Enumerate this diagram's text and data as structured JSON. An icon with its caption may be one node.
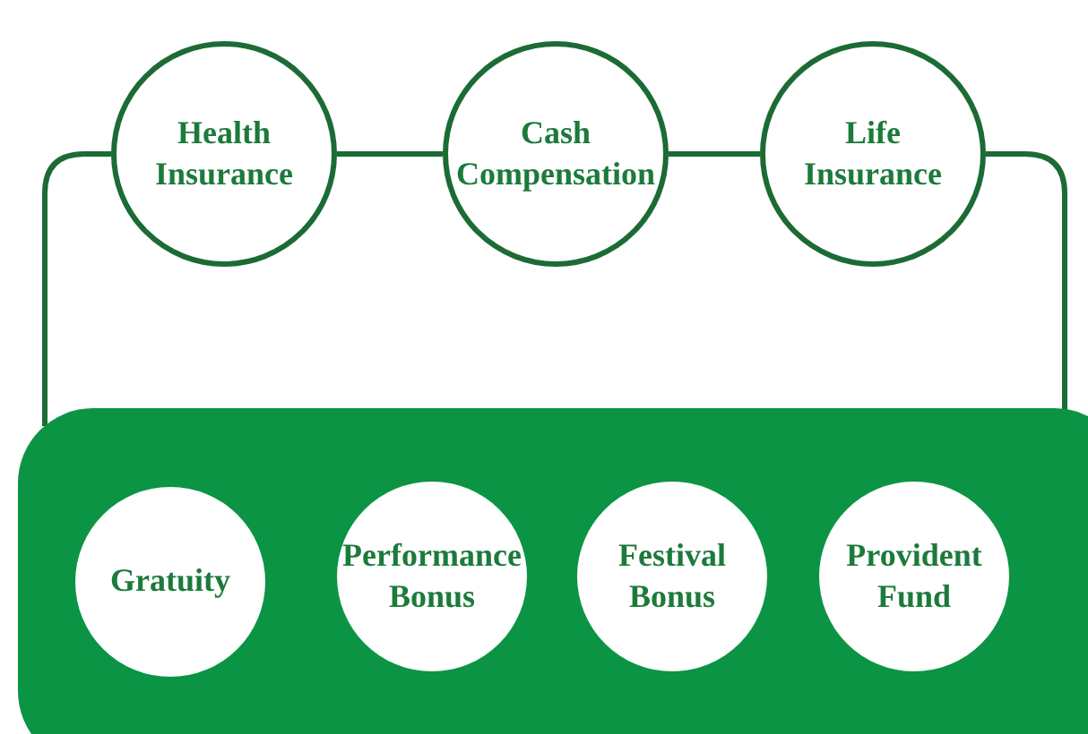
{
  "diagram": {
    "nodes": [
      {
        "text": [
          "Health Insurance"
        ]
      },
      {
        "text": [
          "Cash Compensation"
        ]
      },
      {
        "text": [
          "Life Insurance"
        ]
      },
      {
        "text": [],
        "shape": "box"
      },
      {
        "text": [
          "Gratuity"
        ],
        "in": 3
      },
      {
        "text": [
          "Performance Bonus"
        ],
        "in": 3
      },
      {
        "text": [
          "Festival Bonus"
        ],
        "in": 3
      },
      {
        "text": [
          "Provident Fund"
        ],
        "in": 3
      }
    ],
    "edges": [
      {
        "from": 0,
        "to": 1,
        "arrow": "none"
      },
      {
        "from": 1,
        "to": 2,
        "arrow": "none"
      },
      {
        "from": 0,
        "to": 3,
        "arrow": "none"
      },
      {
        "from": 2,
        "to": 3,
        "arrow": "none"
      }
    ]
  }
}
